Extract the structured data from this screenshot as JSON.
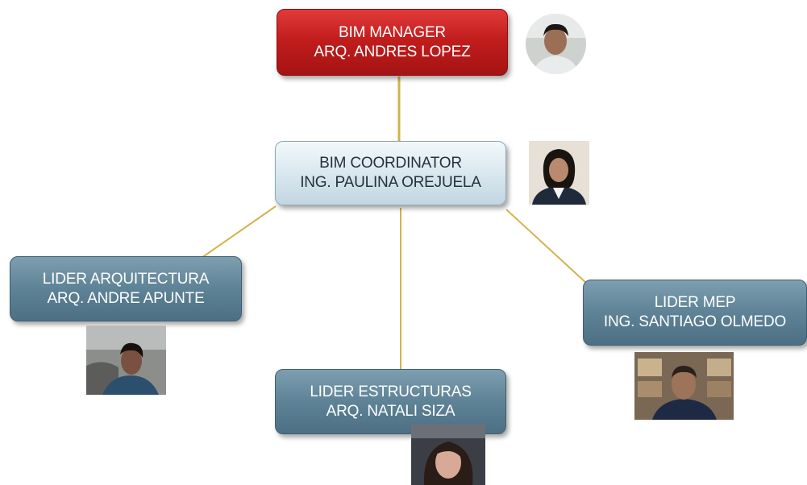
{
  "org_chart": {
    "manager": {
      "role": "BIM MANAGER",
      "name": "ARQ. ANDRES LOPEZ",
      "photo_icon": "person-photo"
    },
    "coordinator": {
      "role": "BIM COORDINATOR",
      "name": "ING. PAULINA OREJUELA",
      "photo_icon": "person-photo"
    },
    "leaders": [
      {
        "role": "LIDER ARQUITECTURA",
        "name": "ARQ. ANDRE APUNTE",
        "photo_icon": "person-photo"
      },
      {
        "role": "LIDER ESTRUCTURAS",
        "name": "ARQ. NATALI SIZA",
        "photo_icon": "person-photo"
      },
      {
        "role": "LIDER MEP",
        "name": "ING. SANTIAGO OLMEDO",
        "photo_icon": "person-photo"
      }
    ]
  },
  "colors": {
    "manager_box": "#c21d1d",
    "coordinator_box": "#d7e6ee",
    "leader_box": "#5e8296",
    "connector": "#d2b34a"
  }
}
